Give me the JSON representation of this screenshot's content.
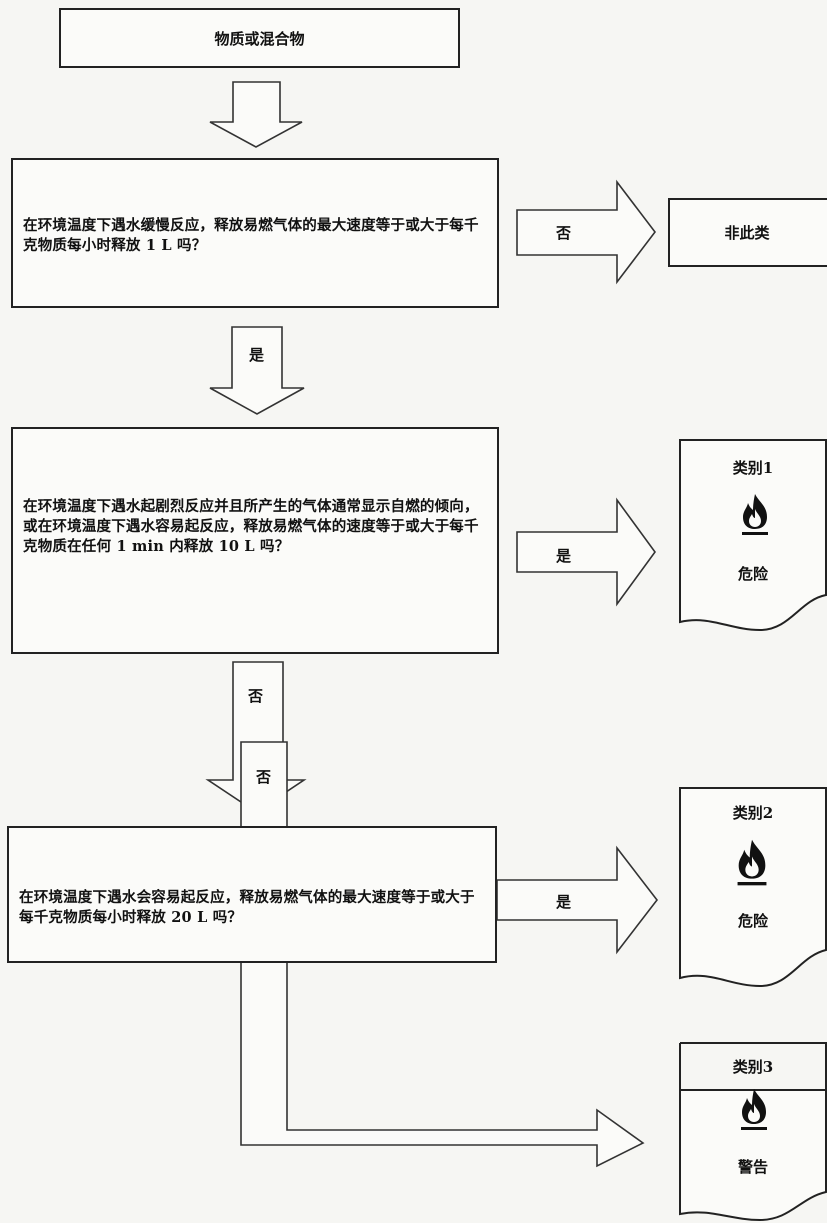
{
  "start": {
    "label": "物质或混合物"
  },
  "questions": [
    {
      "id": "q1",
      "text": "在环境温度下遇水缓慢反应，释放易燃气体的最大速度等于或大于每千克物质每小时释放 1 L 吗？"
    },
    {
      "id": "q2",
      "text": "在环境温度下遇水起剧烈反应并且所产生的气体通常显示自燃的倾向，或在环境温度下遇水容易起反应，释放易燃气体的速度等于或大于每千克物质在任何 1 min 内释放 10 L 吗？"
    },
    {
      "id": "q3",
      "text": "在环境温度下遇水会容易起反应，释放易燃气体的最大速度等于或大于每千克物质每小时释放 20 L 吗？"
    }
  ],
  "answers": {
    "q1_no": "否",
    "q1_yes": "是",
    "q2_yes": "是",
    "q2_no": "否",
    "q3_yes": "是",
    "q3_no": "否"
  },
  "outcomes": {
    "not_classified": "非此类",
    "cat1": {
      "title": "类别1",
      "signal": "危险",
      "icon": "flame-icon"
    },
    "cat2": {
      "title": "类别2",
      "signal": "危险",
      "icon": "flame-icon"
    },
    "cat3": {
      "title": "类别3",
      "signal": "警告",
      "icon": "flame-icon"
    }
  }
}
